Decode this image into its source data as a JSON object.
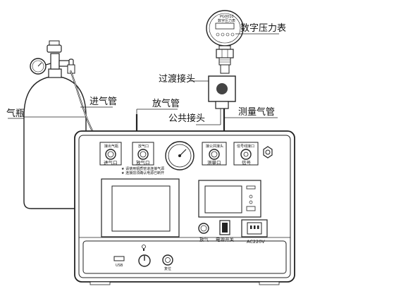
{
  "labels": {
    "gas_cylinder": "气瓶",
    "inlet_tube": "进气管",
    "vent_tube": "放气管",
    "digital_gauge": "数字压力表",
    "adapter": "过渡接头",
    "common_connector": "公共接头",
    "measure_tube": "测量气管"
  },
  "panel": {
    "inlet_port": "进气口",
    "vent_port": "放气口",
    "measure_port": "测量口",
    "signal": "信号",
    "deflate": "放气",
    "power_switch": "电源开关",
    "ac_input": "AC220V",
    "usb": "USB",
    "reset": "复位",
    "inlet_top": "接出气瓶",
    "vent_top": "放气口",
    "measure_top": "接公共接头",
    "signal_top": "信号线接口",
    "warning_line1": "★ 请使用铜质管道连接气源",
    "warning_line2": "★ 连接前须确认电源已断开"
  },
  "gauge_face": {
    "line1": "PG0010",
    "line2": "数字压力表"
  }
}
